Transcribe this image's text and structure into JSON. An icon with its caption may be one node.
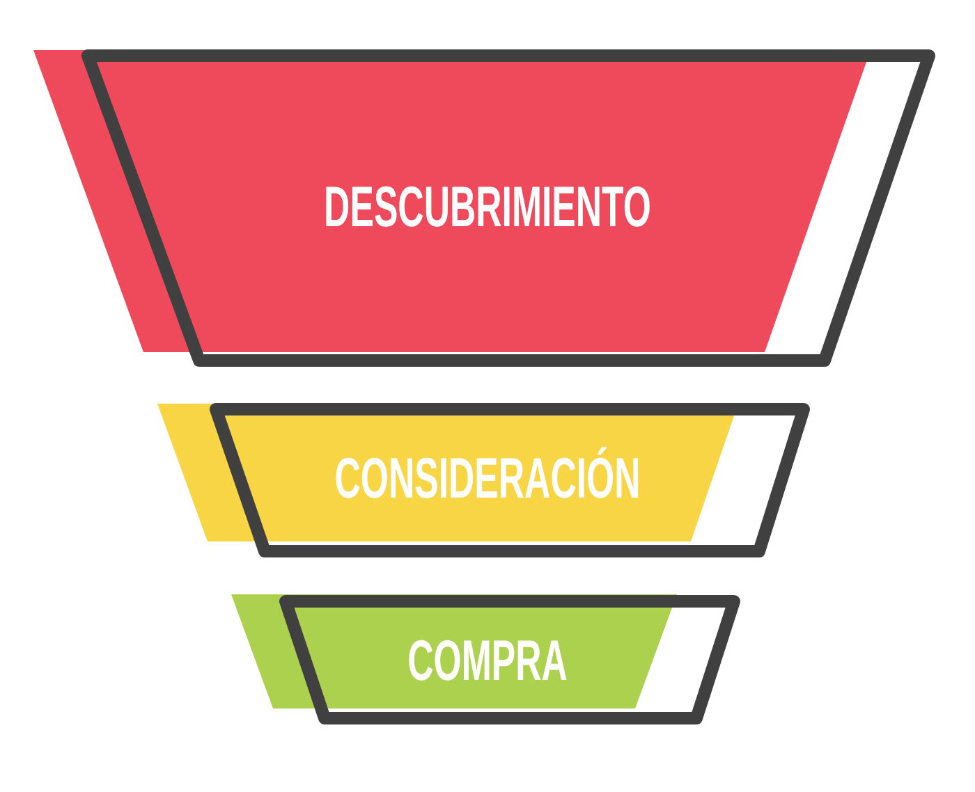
{
  "diagram": {
    "nodes": [
      {
        "text": [
          "DESCUBRIMIENTO"
        ]
      },
      {
        "text": [
          "CONSIDERACIÓN"
        ]
      },
      {
        "text": [
          "COMPRA"
        ]
      }
    ]
  }
}
